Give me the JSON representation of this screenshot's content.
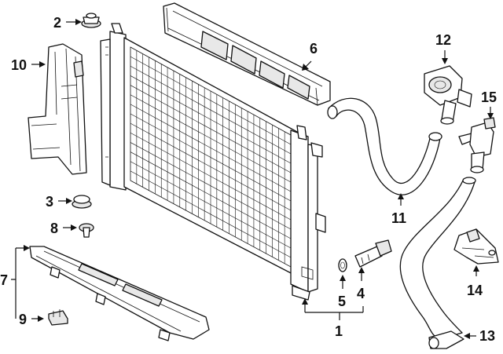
{
  "diagram": {
    "callouts": [
      {
        "id": "c1",
        "label": "1"
      },
      {
        "id": "c2",
        "label": "2"
      },
      {
        "id": "c3",
        "label": "3"
      },
      {
        "id": "c4",
        "label": "4"
      },
      {
        "id": "c5",
        "label": "5"
      },
      {
        "id": "c6",
        "label": "6"
      },
      {
        "id": "c7",
        "label": "7"
      },
      {
        "id": "c8",
        "label": "8"
      },
      {
        "id": "c9",
        "label": "9"
      },
      {
        "id": "c10",
        "label": "10"
      },
      {
        "id": "c11",
        "label": "11"
      },
      {
        "id": "c12",
        "label": "12"
      },
      {
        "id": "c13",
        "label": "13"
      },
      {
        "id": "c14",
        "label": "14"
      },
      {
        "id": "c15",
        "label": "15"
      }
    ],
    "colors": {
      "line": "#111111",
      "background": "#ffffff",
      "shade": "#e8e8e8"
    }
  }
}
